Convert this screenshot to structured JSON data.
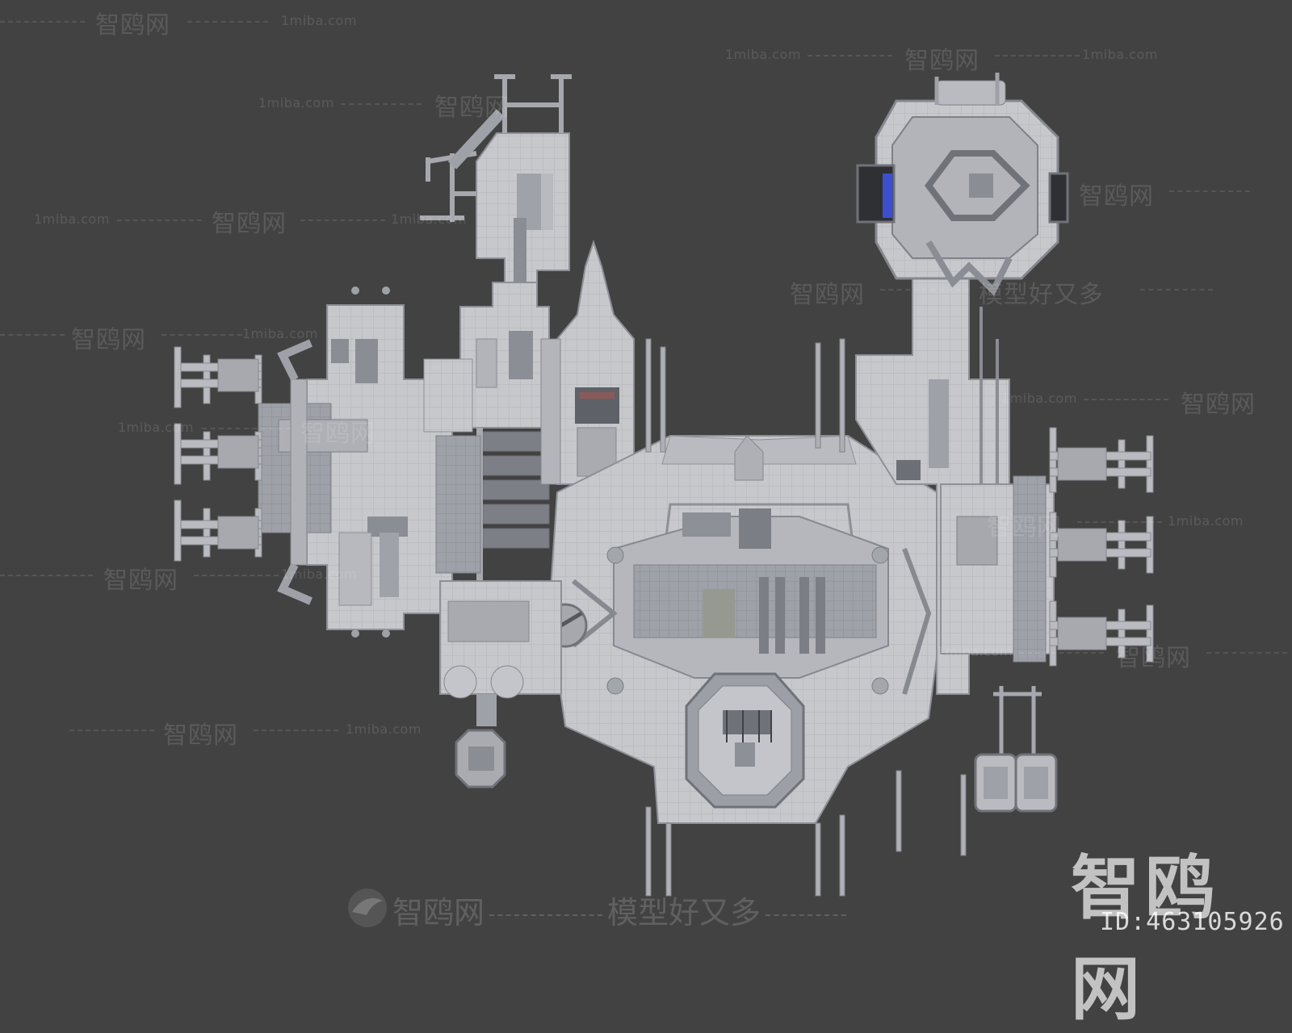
{
  "image": {
    "background_color": "#424242",
    "model_color_light": "#c9cbcf",
    "model_color_mid": "#9fa2a8",
    "model_color_dark": "#6e7178",
    "accent_blue": "#3d4fd0"
  },
  "watermark": {
    "brand_cn": "智鸥网",
    "site": "1miba.com",
    "slogan": "模型好又多",
    "logo_text": "智鸥网",
    "id_text": "ID:463105926"
  }
}
